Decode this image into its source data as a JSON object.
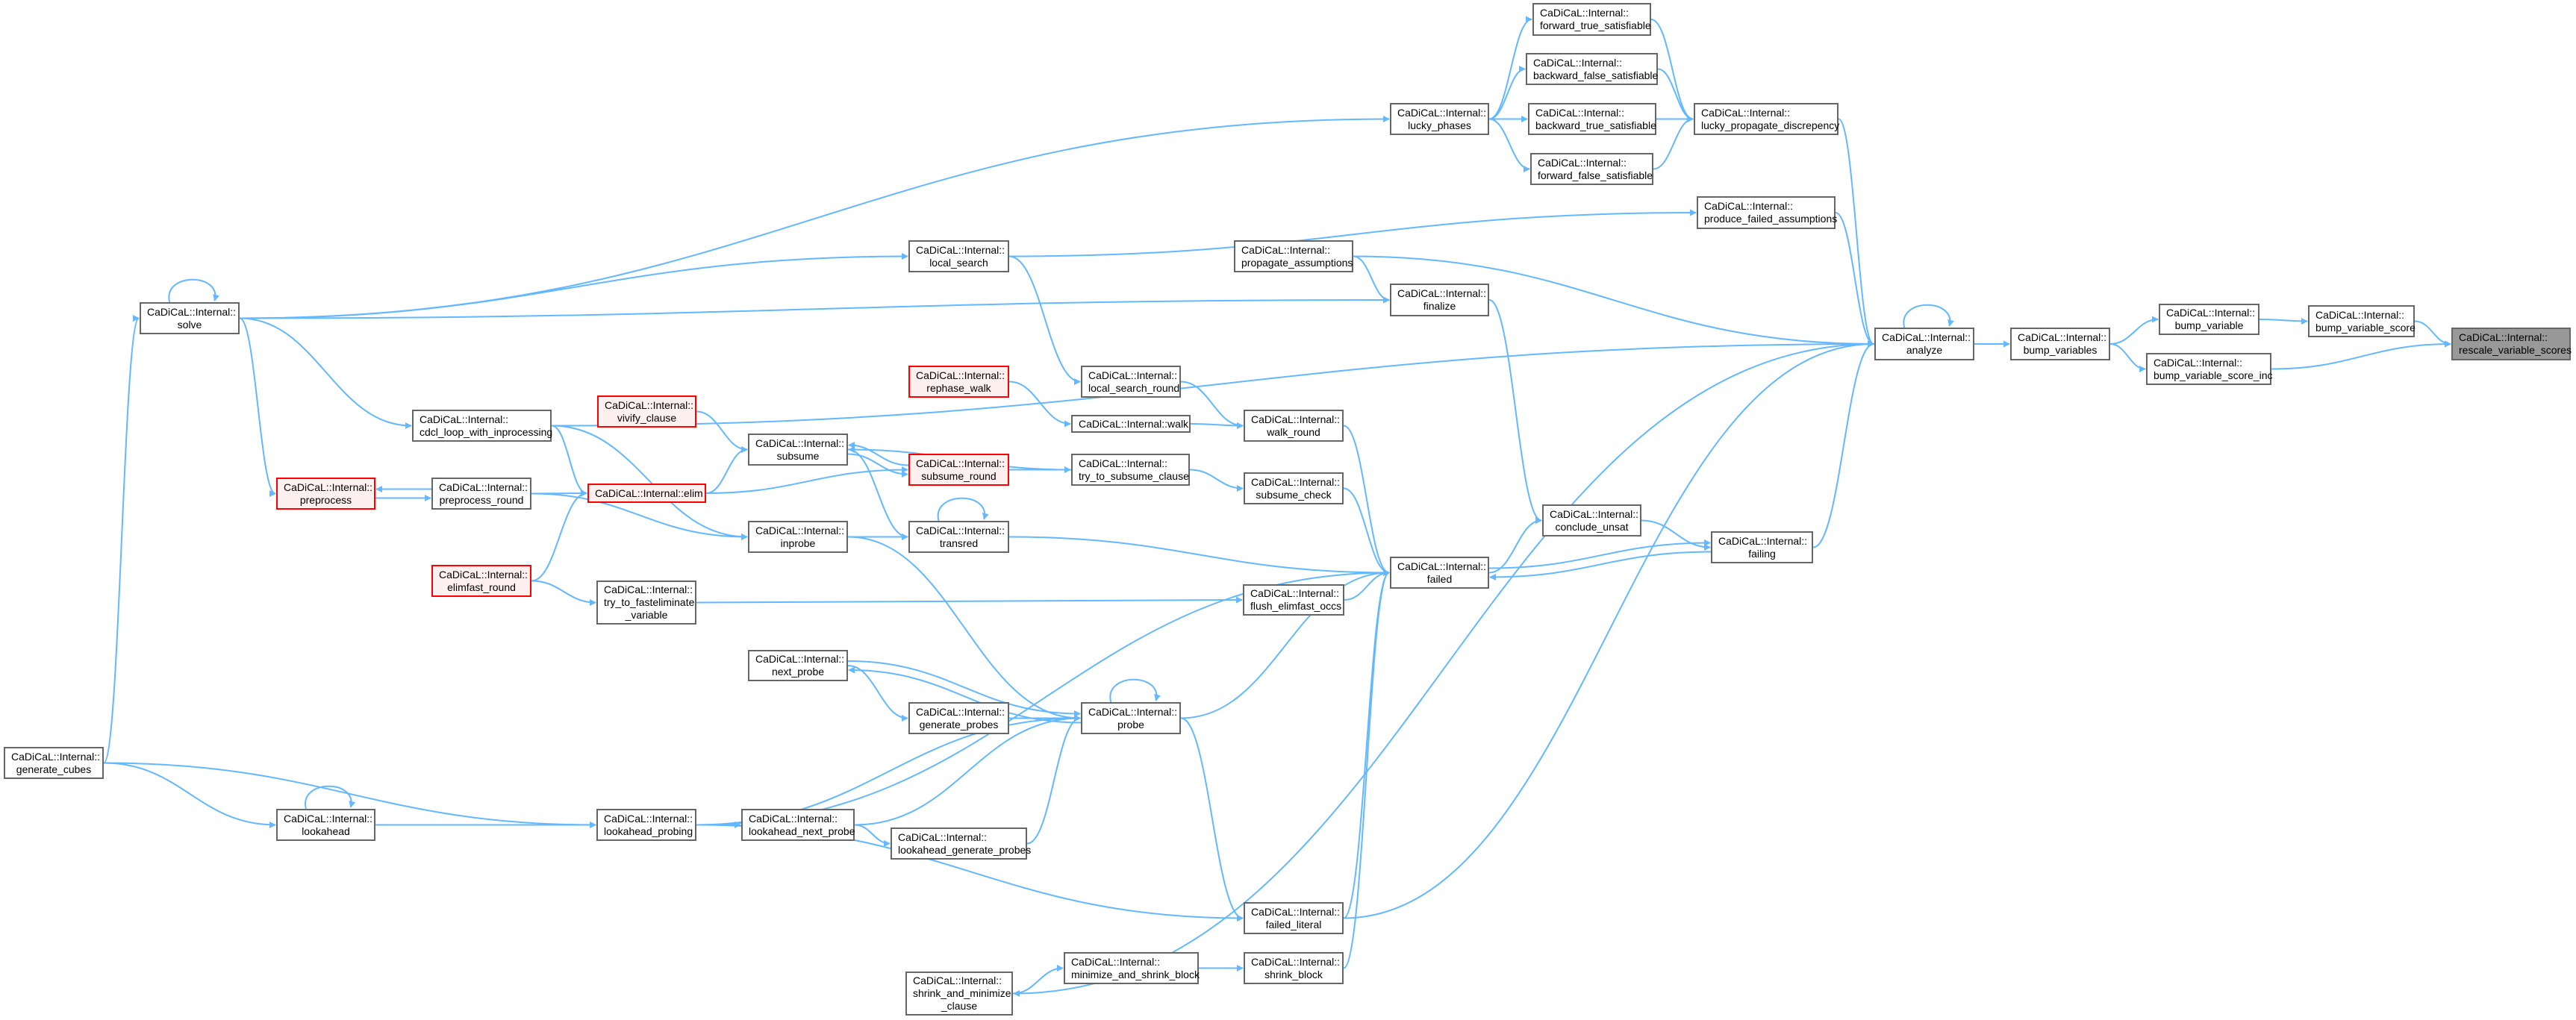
{
  "graph": {
    "type": "caller-graph",
    "colors": {
      "edge": "#63b8ff",
      "node_border": "#666666",
      "red_border": "#ff0000",
      "red_fill": "#fff0f0",
      "highlight_fill": "#999999"
    },
    "nodes": {
      "rescale": {
        "lines": [
          "CaDiCaL::Internal::",
          "rescale_variable_scores"
        ],
        "style": "highlight"
      },
      "bvs": {
        "lines": [
          "CaDiCaL::Internal::",
          "bump_variable_score"
        ]
      },
      "bvsi": {
        "lines": [
          "CaDiCaL::Internal::",
          "bump_variable_score_inc"
        ]
      },
      "bv": {
        "lines": [
          "CaDiCaL::Internal::",
          "bump_variable"
        ]
      },
      "bvars": {
        "lines": [
          "CaDiCaL::Internal::",
          "bump_variables"
        ]
      },
      "analyze": {
        "lines": [
          "CaDiCaL::Internal::",
          "analyze"
        ]
      },
      "lpd": {
        "lines": [
          "CaDiCaL::Internal::",
          "lucky_propagate_discrepency"
        ]
      },
      "pfa": {
        "lines": [
          "CaDiCaL::Internal::",
          "produce_failed_assumptions"
        ]
      },
      "ft": {
        "lines": [
          "CaDiCaL::Internal::",
          "forward_true_satisfiable"
        ]
      },
      "bf": {
        "lines": [
          "CaDiCaL::Internal::",
          "backward_false_satisfiable"
        ]
      },
      "bt": {
        "lines": [
          "CaDiCaL::Internal::",
          "backward_true_satisfiable"
        ]
      },
      "ff": {
        "lines": [
          "CaDiCaL::Internal::",
          "forward_false_satisfiable"
        ]
      },
      "lp": {
        "lines": [
          "CaDiCaL::Internal::",
          "lucky_phases"
        ]
      },
      "ls": {
        "lines": [
          "CaDiCaL::Internal::",
          "local_search"
        ]
      },
      "pa": {
        "lines": [
          "CaDiCaL::Internal::",
          "propagate_assumptions"
        ]
      },
      "fin": {
        "lines": [
          "CaDiCaL::Internal::",
          "finalize"
        ]
      },
      "lsr": {
        "lines": [
          "CaDiCaL::Internal::",
          "local_search_round"
        ]
      },
      "rw": {
        "lines": [
          "CaDiCaL::Internal::",
          "rephase_walk"
        ],
        "style": "red"
      },
      "walk": {
        "lines": [
          "CaDiCaL::Internal::walk"
        ]
      },
      "wr": {
        "lines": [
          "CaDiCaL::Internal::",
          "walk_round"
        ]
      },
      "sr": {
        "lines": [
          "CaDiCaL::Internal::",
          "subsume_round"
        ],
        "style": "red"
      },
      "tsc": {
        "lines": [
          "CaDiCaL::Internal::",
          "try_to_subsume_clause"
        ]
      },
      "sc": {
        "lines": [
          "CaDiCaL::Internal::",
          "subsume_check"
        ]
      },
      "cu": {
        "lines": [
          "CaDiCaL::Internal::",
          "conclude_unsat"
        ]
      },
      "failing": {
        "lines": [
          "CaDiCaL::Internal::",
          "failing"
        ]
      },
      "solve": {
        "lines": [
          "CaDiCaL::Internal::",
          "solve"
        ]
      },
      "cdcl": {
        "lines": [
          "CaDiCaL::Internal::",
          "cdcl_loop_with_inprocessing"
        ]
      },
      "vc": {
        "lines": [
          "CaDiCaL::Internal::",
          "vivify_clause"
        ],
        "style": "red"
      },
      "sub": {
        "lines": [
          "CaDiCaL::Internal::",
          "subsume"
        ]
      },
      "pre": {
        "lines": [
          "CaDiCaL::Internal::",
          "preprocess"
        ],
        "style": "red"
      },
      "pr": {
        "lines": [
          "CaDiCaL::Internal::",
          "preprocess_round"
        ]
      },
      "elim": {
        "lines": [
          "CaDiCaL::Internal::elim"
        ],
        "style": "red"
      },
      "inprobe": {
        "lines": [
          "CaDiCaL::Internal::",
          "inprobe"
        ]
      },
      "efr": {
        "lines": [
          "CaDiCaL::Internal::",
          "elimfast_round"
        ],
        "style": "red"
      },
      "tfe": {
        "lines": [
          "CaDiCaL::Internal::",
          "try_to_fasteliminate",
          "_variable"
        ]
      },
      "np": {
        "lines": [
          "CaDiCaL::Internal::",
          "next_probe"
        ]
      },
      "gc": {
        "lines": [
          "CaDiCaL::Internal::",
          "generate_cubes"
        ]
      },
      "la": {
        "lines": [
          "CaDiCaL::Internal::",
          "lookahead"
        ]
      },
      "lap": {
        "lines": [
          "CaDiCaL::Internal::",
          "lookahead_probing"
        ]
      },
      "lnp": {
        "lines": [
          "CaDiCaL::Internal::",
          "lookahead_next_probe"
        ]
      },
      "tr": {
        "lines": [
          "CaDiCaL::Internal::",
          "transred"
        ]
      },
      "failed": {
        "lines": [
          "CaDiCaL::Internal::",
          "failed"
        ]
      },
      "feo": {
        "lines": [
          "CaDiCaL::Internal::",
          "flush_elimfast_occs"
        ]
      },
      "gp": {
        "lines": [
          "CaDiCaL::Internal::",
          "generate_probes"
        ]
      },
      "probe": {
        "lines": [
          "CaDiCaL::Internal::",
          "probe"
        ]
      },
      "lgp": {
        "lines": [
          "CaDiCaL::Internal::",
          "lookahead_generate_probes"
        ]
      },
      "fl": {
        "lines": [
          "CaDiCaL::Internal::",
          "failed_literal"
        ]
      },
      "msb": {
        "lines": [
          "CaDiCaL::Internal::",
          "minimize_and_shrink_block"
        ]
      },
      "sb": {
        "lines": [
          "CaDiCaL::Internal::",
          "shrink_block"
        ]
      },
      "smc": {
        "lines": [
          "CaDiCaL::Internal::",
          "shrink_and_minimize",
          "_clause"
        ]
      }
    },
    "edges": [
      [
        "bvs",
        "rescale"
      ],
      [
        "bvsi",
        "rescale"
      ],
      [
        "bv",
        "bvs"
      ],
      [
        "bvars",
        "bv"
      ],
      [
        "bvars",
        "bvsi"
      ],
      [
        "analyze",
        "bvars"
      ],
      [
        "analyze",
        "analyze"
      ],
      [
        "lpd",
        "analyze"
      ],
      [
        "pfa",
        "analyze"
      ],
      [
        "pa",
        "analyze"
      ],
      [
        "cdcl",
        "analyze"
      ],
      [
        "failing",
        "analyze"
      ],
      [
        "fl",
        "analyze"
      ],
      [
        "analyze",
        "smc"
      ],
      [
        "lp",
        "ft"
      ],
      [
        "lp",
        "bf"
      ],
      [
        "lp",
        "bt"
      ],
      [
        "lp",
        "ff"
      ],
      [
        "ft",
        "lpd"
      ],
      [
        "bf",
        "lpd"
      ],
      [
        "bt",
        "lpd"
      ],
      [
        "ff",
        "lpd"
      ],
      [
        "solve",
        "lp"
      ],
      [
        "solve",
        "ls"
      ],
      [
        "solve",
        "fin"
      ],
      [
        "solve",
        "solve"
      ],
      [
        "solve",
        "cdcl"
      ],
      [
        "solve",
        "pre"
      ],
      [
        "gc",
        "solve"
      ],
      [
        "ls",
        "pfa"
      ],
      [
        "ls",
        "lsr"
      ],
      [
        "pa",
        "fin"
      ],
      [
        "fin",
        "cu"
      ],
      [
        "cdcl",
        "elim"
      ],
      [
        "cdcl",
        "inprobe"
      ],
      [
        "vc",
        "sub"
      ],
      [
        "elim",
        "sub"
      ],
      [
        "elim",
        "sr"
      ],
      [
        "sr",
        "sub"
      ],
      [
        "tsc",
        "sub"
      ],
      [
        "sub",
        "sr"
      ],
      [
        "sub",
        "tr"
      ],
      [
        "pr",
        "pre"
      ],
      [
        "pre",
        "pr"
      ],
      [
        "pr",
        "elim"
      ],
      [
        "pr",
        "inprobe"
      ],
      [
        "efr",
        "elim"
      ],
      [
        "efr",
        "tfe"
      ],
      [
        "tfe",
        "feo"
      ],
      [
        "rw",
        "walk"
      ],
      [
        "lsr",
        "wr"
      ],
      [
        "walk",
        "wr"
      ],
      [
        "wr",
        "failed"
      ],
      [
        "sr",
        "tsc"
      ],
      [
        "tsc",
        "sc"
      ],
      [
        "sc",
        "failed"
      ],
      [
        "tr",
        "tr"
      ],
      [
        "tr",
        "failed"
      ],
      [
        "inprobe",
        "tr"
      ],
      [
        "inprobe",
        "probe"
      ],
      [
        "feo",
        "failed"
      ],
      [
        "failed",
        "cu"
      ],
      [
        "cu",
        "failing"
      ],
      [
        "failing",
        "failed"
      ],
      [
        "failed",
        "failing"
      ],
      [
        "probe",
        "failed"
      ],
      [
        "probe",
        "probe"
      ],
      [
        "probe",
        "np"
      ],
      [
        "np",
        "probe"
      ],
      [
        "np",
        "gp"
      ],
      [
        "gp",
        "probe"
      ],
      [
        "lap",
        "probe"
      ],
      [
        "lnp",
        "probe"
      ],
      [
        "lgp",
        "probe"
      ],
      [
        "lnp",
        "lgp"
      ],
      [
        "lap",
        "lnp"
      ],
      [
        "lap",
        "failed"
      ],
      [
        "lap",
        "fl"
      ],
      [
        "la",
        "la"
      ],
      [
        "la",
        "lap"
      ],
      [
        "gc",
        "la"
      ],
      [
        "gc",
        "lap"
      ],
      [
        "probe",
        "fl"
      ],
      [
        "fl",
        "failed"
      ],
      [
        "sb",
        "failed"
      ],
      [
        "msb",
        "sb"
      ],
      [
        "smc",
        "msb"
      ]
    ]
  }
}
